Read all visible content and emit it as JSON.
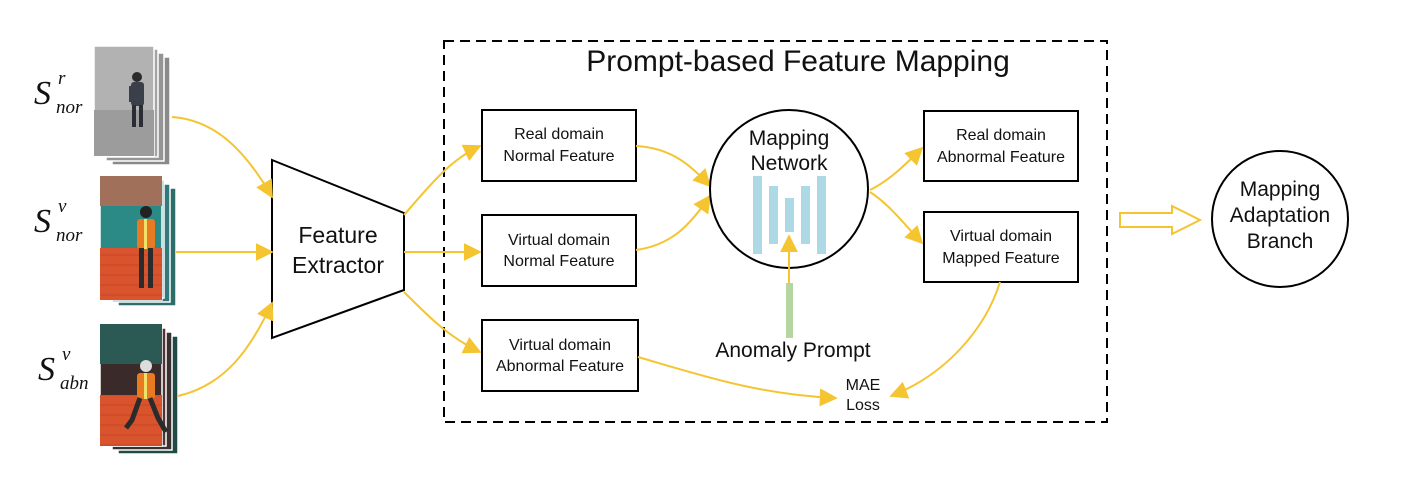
{
  "inputs": [
    {
      "base": "S",
      "sup": "r",
      "sub": "nor"
    },
    {
      "base": "S",
      "sup": "v",
      "sub": "nor"
    },
    {
      "base": "S",
      "sup": "v",
      "sub": "abn"
    }
  ],
  "feature_extractor": {
    "line1": "Feature",
    "line2": "Extractor"
  },
  "mapping_block": {
    "title": "Prompt-based Feature Mapping"
  },
  "boxes": {
    "real_normal": {
      "line1": "Real domain",
      "line2": "Normal Feature"
    },
    "virtual_normal": {
      "line1": "Virtual domain",
      "line2": "Normal Feature"
    },
    "virtual_abnormal": {
      "line1": "Virtual domain",
      "line2": "Abnormal Feature"
    },
    "real_abnormal": {
      "line1": "Real domain",
      "line2": "Abnormal Feature"
    },
    "virtual_mapped": {
      "line1": "Virtual domain",
      "line2": "Mapped Feature"
    }
  },
  "mapping_network": {
    "line1": "Mapping",
    "line2": "Network"
  },
  "anomaly_prompt": "Anomaly Prompt",
  "mae_loss": {
    "line1": "MAE",
    "line2": "Loss"
  },
  "adaptation_branch": {
    "line1": "Mapping",
    "line2": "Adaptation",
    "line3": "Branch"
  },
  "colors": {
    "arrow": "#f5c431",
    "net_bars": "#add8e6",
    "prompt_bar": "#b5d6a0",
    "hollow_arrow": "#f5c431"
  }
}
